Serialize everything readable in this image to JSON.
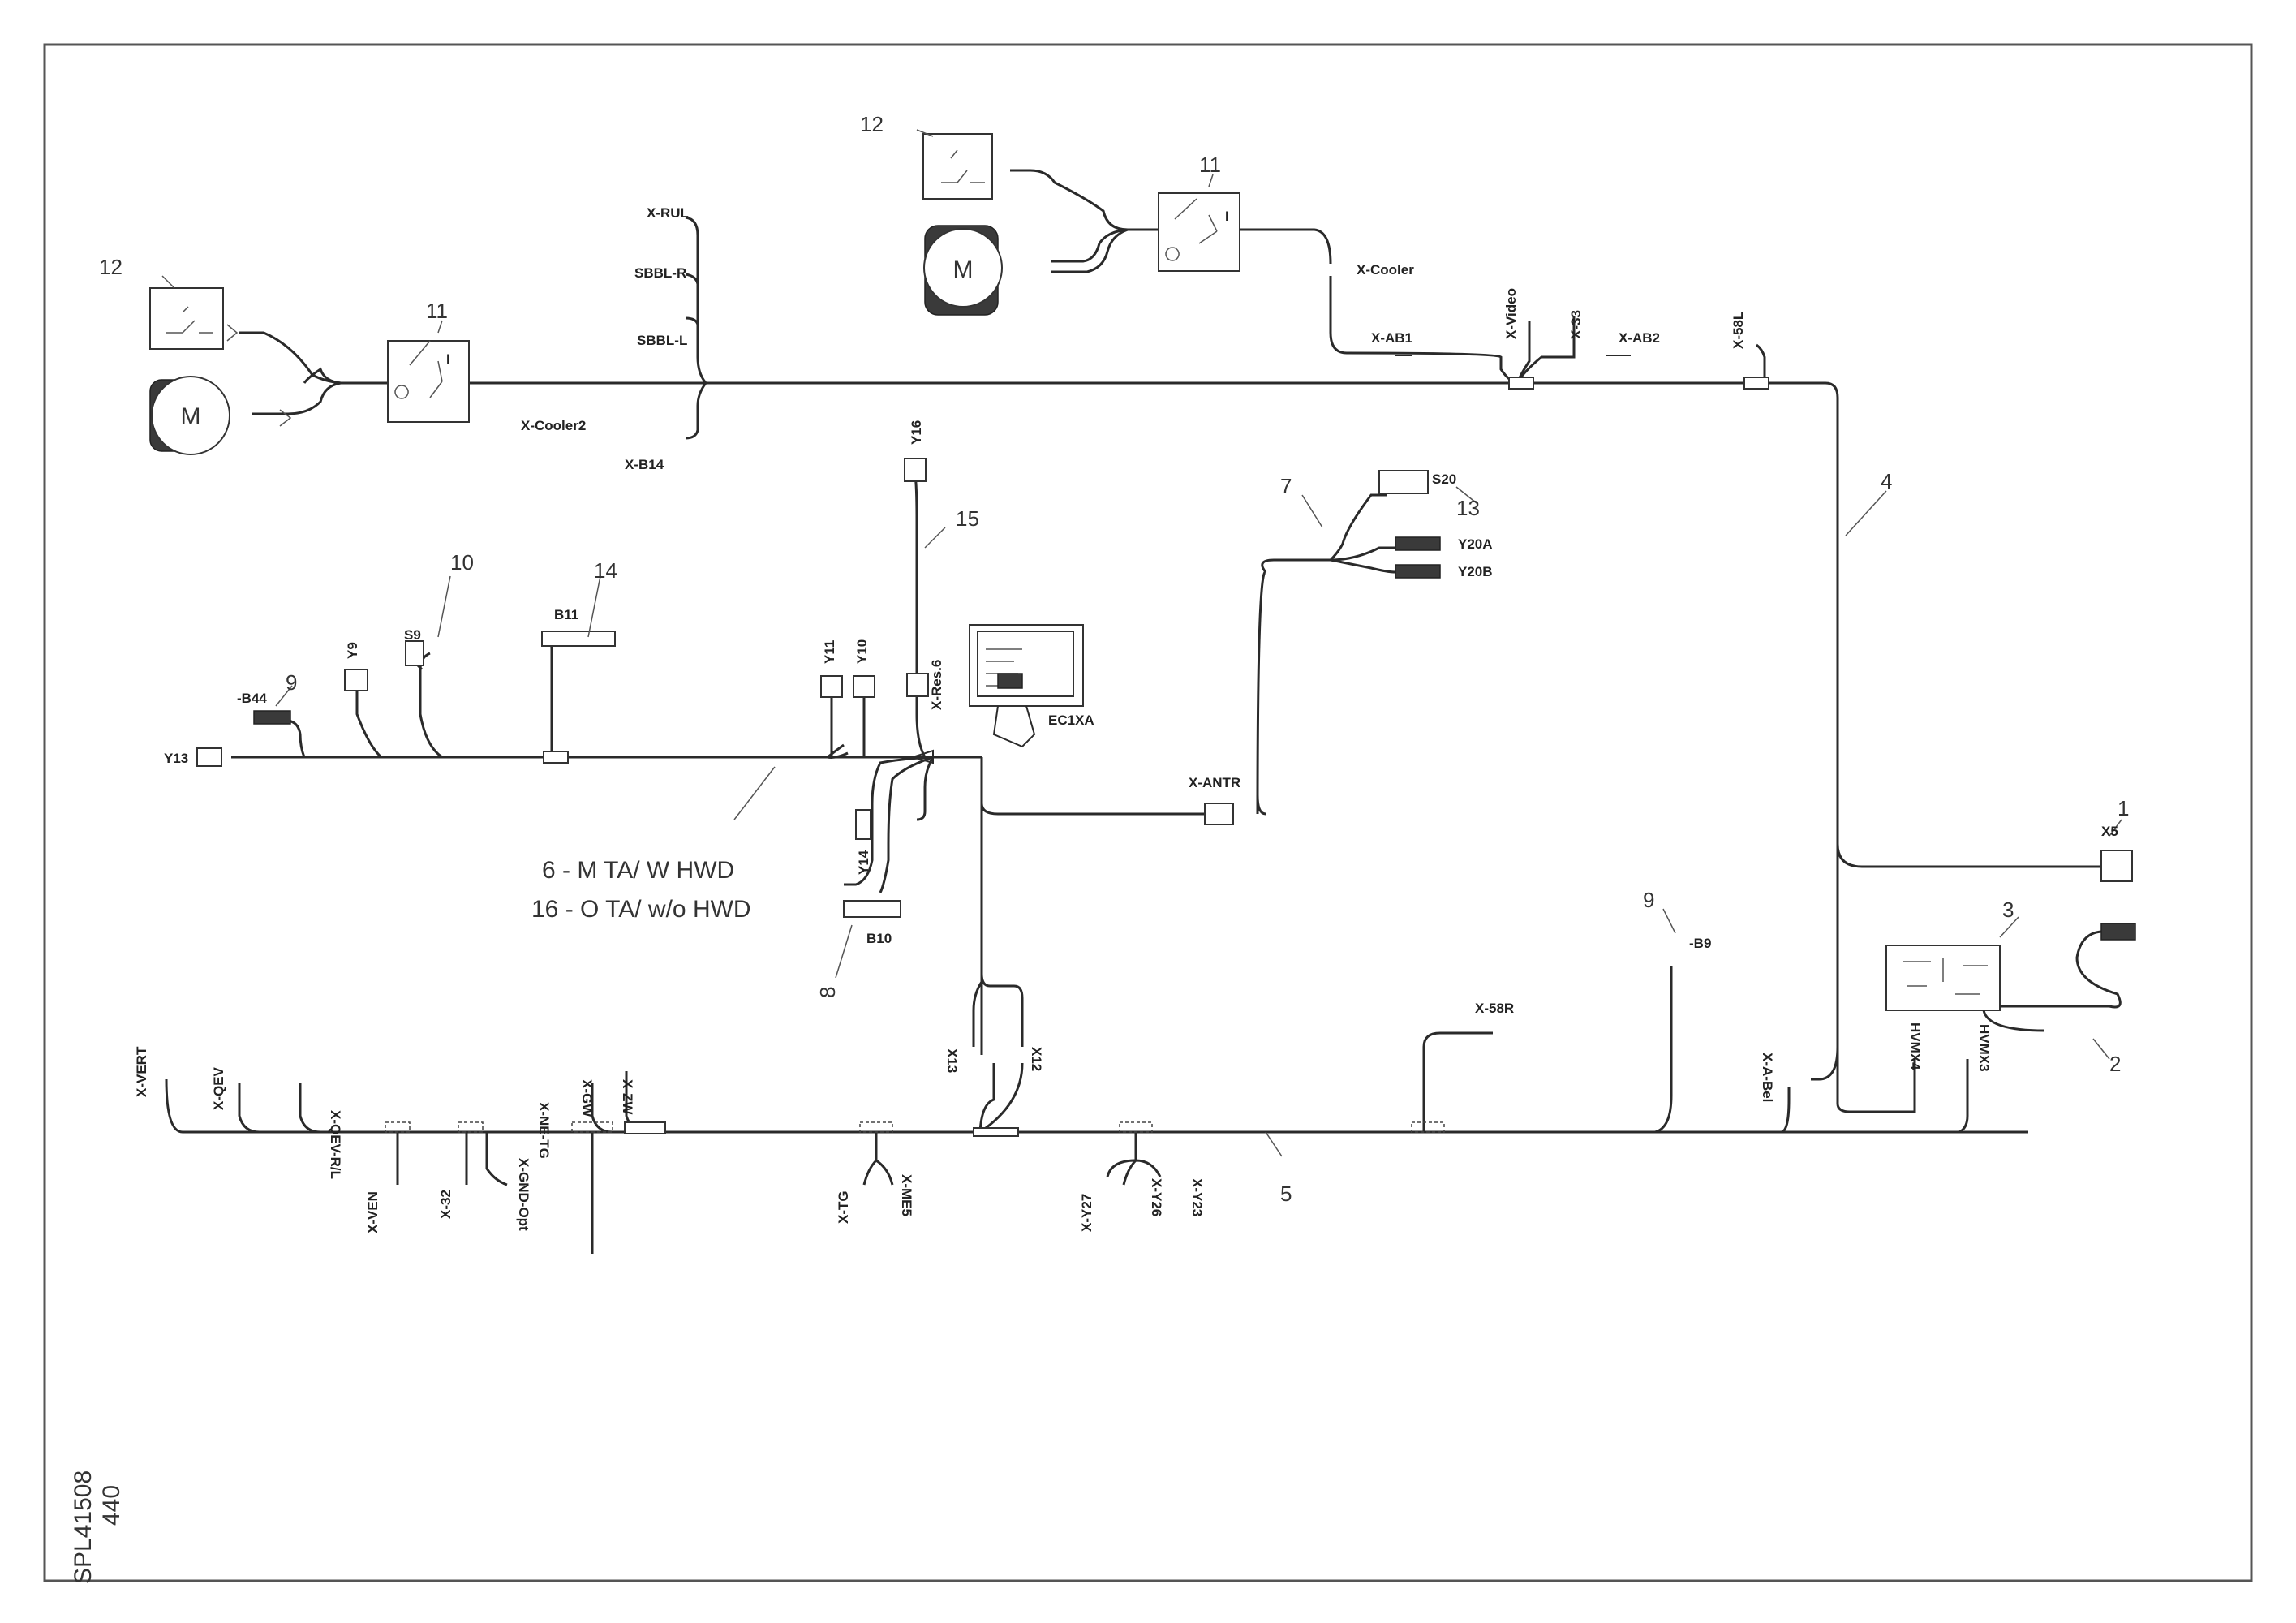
{
  "callouts": {
    "n1": "1",
    "n2": "2",
    "n3": "3",
    "n4": "4",
    "n5": "5",
    "n7": "7",
    "n8": "8",
    "n9a": "9",
    "n9b": "9",
    "n10": "10",
    "n11a": "11",
    "n11b": "11",
    "n12a": "12",
    "n12b": "12",
    "n13": "13",
    "n14": "14",
    "n15": "15"
  },
  "motor_label": "M",
  "switch_label": "I",
  "harness_note": {
    "line1": "6 - M TA/ W HWD",
    "line2": "16 - O TA/ w/o HWD"
  },
  "connectors_top": {
    "x_rul": "X-RUL",
    "sbbl_r": "SBBL-R",
    "sbbl_l": "SBBL-L",
    "x_b14": "X-B14",
    "x_cooler2": "X-Cooler2",
    "x_cooler": "X-Cooler",
    "x_video": "X-Video",
    "x_33": "X-33",
    "x_ab1": "X-AB1",
    "x_ab2": "X-AB2",
    "x_58l": "X-58L"
  },
  "connectors_mid": {
    "y16": "Y16",
    "s20": "S20",
    "y20a": "Y20A",
    "y20b": "Y20B",
    "b11": "B11",
    "s9": "S9",
    "y9": "Y9",
    "b44": "-B44",
    "y13": "Y13",
    "y11": "Y11",
    "y10": "Y10",
    "x_res6": "X-Res.6",
    "ec1xa": "EC1XA",
    "x_antr": "X-ANTR",
    "y14": "Y14",
    "b10": "B10",
    "x5": "X5",
    "b9": "-B9",
    "x13": "X13",
    "x12": "X12"
  },
  "connectors_bottom": {
    "x_vert": "X-VERT",
    "x_qev": "X-QEV",
    "x_qev_rl": "X-QEV-R/L",
    "x_ne_tg": "X-NE-TG",
    "x_gw": "X-GW",
    "x_zw": "X-ZW",
    "x_ven": "X-VEN",
    "x_32": "X-32",
    "x_gnd_opt": "X-GND-Opt",
    "x_tg": "X-TG",
    "x_me5": "X-ME5",
    "x_y27": "X-Y27",
    "x_y26": "X-Y26",
    "x_y23": "X-Y23",
    "x_58r": "X-58R",
    "x_a_bel": "X-A-Bel",
    "hvmx4": "HVMX4",
    "hvmx3": "HVMX3"
  },
  "sheet": {
    "page": "440",
    "code": "SPL41508"
  }
}
